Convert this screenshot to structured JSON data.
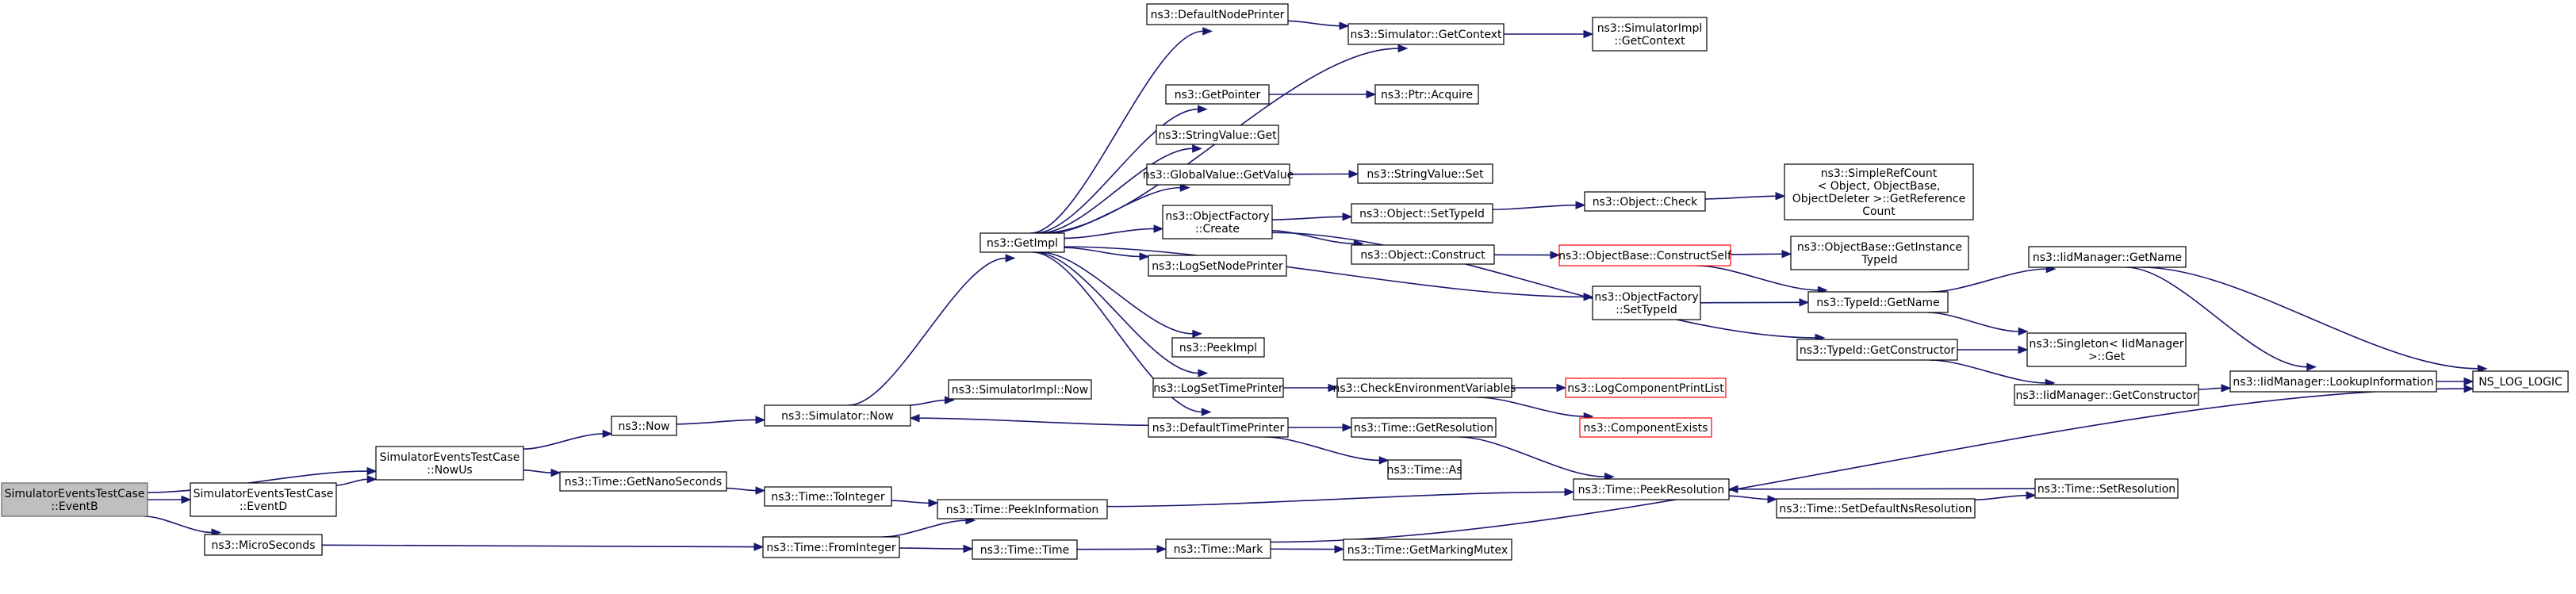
{
  "nodes": [
    {
      "id": "eventB",
      "lines": [
        "SimulatorEventsTestCase",
        "::EventB"
      ],
      "root": true
    },
    {
      "id": "nowUs",
      "lines": [
        "SimulatorEventsTestCase",
        "::NowUs"
      ]
    },
    {
      "id": "eventD",
      "lines": [
        "SimulatorEventsTestCase",
        "::EventD"
      ]
    },
    {
      "id": "microSeconds",
      "lines": [
        "ns3::MicroSeconds"
      ]
    },
    {
      "id": "now",
      "lines": [
        "ns3::Now"
      ]
    },
    {
      "id": "getNanoSeconds",
      "lines": [
        "ns3::Time::GetNanoSeconds"
      ]
    },
    {
      "id": "simNow",
      "lines": [
        "ns3::Simulator::Now"
      ]
    },
    {
      "id": "toInteger",
      "lines": [
        "ns3::Time::ToInteger"
      ]
    },
    {
      "id": "fromInteger",
      "lines": [
        "ns3::Time::FromInteger"
      ]
    },
    {
      "id": "getImpl",
      "lines": [
        "ns3::GetImpl"
      ]
    },
    {
      "id": "simImplNow",
      "lines": [
        "ns3::SimulatorImpl::Now"
      ]
    },
    {
      "id": "peekInformation",
      "lines": [
        "ns3::Time::PeekInformation"
      ]
    },
    {
      "id": "timeTime",
      "lines": [
        "ns3::Time::Time"
      ]
    },
    {
      "id": "defaultNodePrinter",
      "lines": [
        "ns3::DefaultNodePrinter"
      ]
    },
    {
      "id": "getPointer",
      "lines": [
        "ns3::GetPointer"
      ]
    },
    {
      "id": "stringValueGet",
      "lines": [
        "ns3::StringValue::Get"
      ]
    },
    {
      "id": "globalValueGetValue",
      "lines": [
        "ns3::GlobalValue::GetValue"
      ]
    },
    {
      "id": "objectFactoryCreate",
      "lines": [
        "ns3::ObjectFactory",
        "::Create"
      ]
    },
    {
      "id": "logSetNodePrinter",
      "lines": [
        "ns3::LogSetNodePrinter"
      ]
    },
    {
      "id": "peekImpl",
      "lines": [
        "ns3::PeekImpl"
      ]
    },
    {
      "id": "logSetTimePrinter",
      "lines": [
        "ns3::LogSetTimePrinter"
      ]
    },
    {
      "id": "defaultTimePrinter",
      "lines": [
        "ns3::DefaultTimePrinter"
      ]
    },
    {
      "id": "timeMark",
      "lines": [
        "ns3::Time::Mark"
      ]
    },
    {
      "id": "simGetContext",
      "lines": [
        "ns3::Simulator::GetContext"
      ]
    },
    {
      "id": "ptrAcquire",
      "lines": [
        "ns3::Ptr::Acquire"
      ]
    },
    {
      "id": "stringValueSet",
      "lines": [
        "ns3::StringValue::Set"
      ]
    },
    {
      "id": "objectSetTypeId",
      "lines": [
        "ns3::Object::SetTypeId"
      ]
    },
    {
      "id": "objectConstruct",
      "lines": [
        "ns3::Object::Construct"
      ]
    },
    {
      "id": "checkEnvVars",
      "lines": [
        "ns3::CheckEnvironmentVariables"
      ]
    },
    {
      "id": "timeGetResolution",
      "lines": [
        "ns3::Time::GetResolution"
      ]
    },
    {
      "id": "timeAs",
      "lines": [
        "ns3::Time::As"
      ]
    },
    {
      "id": "getMarkingMutex",
      "lines": [
        "ns3::Time::GetMarkingMutex"
      ]
    },
    {
      "id": "simImplGetContext",
      "lines": [
        "ns3::SimulatorImpl",
        "::GetContext"
      ]
    },
    {
      "id": "objectCheck",
      "lines": [
        "ns3::Object::Check"
      ]
    },
    {
      "id": "objBaseConstructSelf",
      "lines": [
        "ns3::ObjectBase::ConstructSelf"
      ],
      "truncated": true
    },
    {
      "id": "objFactorySetTypeId",
      "lines": [
        "ns3::ObjectFactory",
        "::SetTypeId"
      ]
    },
    {
      "id": "logComponentPrintList",
      "lines": [
        "ns3::LogComponentPrintList"
      ],
      "truncated": true
    },
    {
      "id": "componentExists",
      "lines": [
        "ns3::ComponentExists"
      ],
      "truncated": true
    },
    {
      "id": "peekResolution",
      "lines": [
        "ns3::Time::PeekResolution"
      ]
    },
    {
      "id": "simpleRefCount",
      "lines": [
        "ns3::SimpleRefCount",
        "< Object, ObjectBase,",
        "ObjectDeleter >::GetReference",
        "Count"
      ]
    },
    {
      "id": "getInstanceTypeId",
      "lines": [
        "ns3::ObjectBase::GetInstance",
        "TypeId"
      ]
    },
    {
      "id": "typeIdGetName",
      "lines": [
        "ns3::TypeId::GetName"
      ]
    },
    {
      "id": "typeIdGetConstructor",
      "lines": [
        "ns3::TypeId::GetConstructor"
      ]
    },
    {
      "id": "setDefaultNsResolution",
      "lines": [
        "ns3::Time::SetDefaultNsResolution"
      ]
    },
    {
      "id": "iidGetName",
      "lines": [
        "ns3::IidManager::GetName"
      ]
    },
    {
      "id": "singletonGet",
      "lines": [
        "ns3::Singleton< IidManager",
        "  >::Get"
      ]
    },
    {
      "id": "iidGetConstructor",
      "lines": [
        "ns3::IidManager::GetConstructor"
      ]
    },
    {
      "id": "setResolution",
      "lines": [
        "ns3::Time::SetResolution"
      ]
    },
    {
      "id": "iidLookupInformation",
      "lines": [
        "ns3::IidManager::LookupInformation"
      ]
    },
    {
      "id": "nsLogLogic",
      "lines": [
        "NS_LOG_LOGIC"
      ]
    }
  ],
  "edges": [
    [
      "eventB",
      "nowUs"
    ],
    [
      "eventB",
      "eventD"
    ],
    [
      "eventB",
      "microSeconds"
    ],
    [
      "eventD",
      "nowUs"
    ],
    [
      "nowUs",
      "now"
    ],
    [
      "nowUs",
      "getNanoSeconds"
    ],
    [
      "now",
      "simNow"
    ],
    [
      "simNow",
      "getImpl"
    ],
    [
      "simNow",
      "simImplNow"
    ],
    [
      "getImpl",
      "defaultNodePrinter"
    ],
    [
      "getImpl",
      "simGetContext"
    ],
    [
      "getImpl",
      "getPointer"
    ],
    [
      "getImpl",
      "stringValueGet"
    ],
    [
      "getImpl",
      "globalValueGetValue"
    ],
    [
      "getImpl",
      "objectFactoryCreate"
    ],
    [
      "getImpl",
      "logSetNodePrinter"
    ],
    [
      "getImpl",
      "objFactorySetTypeId"
    ],
    [
      "getImpl",
      "peekImpl"
    ],
    [
      "getImpl",
      "logSetTimePrinter"
    ],
    [
      "getImpl",
      "defaultTimePrinter"
    ],
    [
      "defaultNodePrinter",
      "simGetContext"
    ],
    [
      "simGetContext",
      "simImplGetContext"
    ],
    [
      "getPointer",
      "ptrAcquire"
    ],
    [
      "globalValueGetValue",
      "stringValueSet"
    ],
    [
      "objectFactoryCreate",
      "objectSetTypeId"
    ],
    [
      "objectFactoryCreate",
      "objectConstruct"
    ],
    [
      "objectFactoryCreate",
      "typeIdGetConstructor"
    ],
    [
      "objectSetTypeId",
      "objectCheck"
    ],
    [
      "objectCheck",
      "simpleRefCount"
    ],
    [
      "objectConstruct",
      "objBaseConstructSelf"
    ],
    [
      "objBaseConstructSelf",
      "getInstanceTypeId"
    ],
    [
      "objBaseConstructSelf",
      "typeIdGetName"
    ],
    [
      "objFactorySetTypeId",
      "typeIdGetName"
    ],
    [
      "typeIdGetName",
      "iidGetName"
    ],
    [
      "typeIdGetName",
      "singletonGet"
    ],
    [
      "iidGetName",
      "iidLookupInformation"
    ],
    [
      "iidGetName",
      "nsLogLogic"
    ],
    [
      "typeIdGetConstructor",
      "singletonGet"
    ],
    [
      "typeIdGetConstructor",
      "iidGetConstructor"
    ],
    [
      "iidGetConstructor",
      "iidLookupInformation"
    ],
    [
      "iidLookupInformation",
      "nsLogLogic"
    ],
    [
      "logSetTimePrinter",
      "checkEnvVars"
    ],
    [
      "checkEnvVars",
      "logComponentPrintList"
    ],
    [
      "checkEnvVars",
      "componentExists"
    ],
    [
      "defaultTimePrinter",
      "simNow"
    ],
    [
      "defaultTimePrinter",
      "timeGetResolution"
    ],
    [
      "defaultTimePrinter",
      "timeAs"
    ],
    [
      "timeGetResolution",
      "peekResolution"
    ],
    [
      "getNanoSeconds",
      "toInteger"
    ],
    [
      "toInteger",
      "peekInformation"
    ],
    [
      "peekInformation",
      "peekResolution"
    ],
    [
      "peekResolution",
      "setDefaultNsResolution"
    ],
    [
      "setDefaultNsResolution",
      "setResolution"
    ],
    [
      "setResolution",
      "peekResolution"
    ],
    [
      "microSeconds",
      "fromInteger"
    ],
    [
      "fromInteger",
      "peekInformation"
    ],
    [
      "fromInteger",
      "timeTime"
    ],
    [
      "timeTime",
      "timeMark"
    ],
    [
      "timeMark",
      "getMarkingMutex"
    ],
    [
      "timeMark",
      "nsLogLogic"
    ]
  ]
}
